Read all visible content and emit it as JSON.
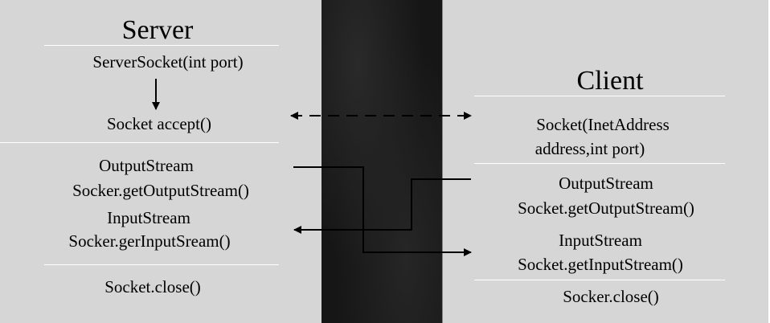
{
  "server": {
    "title": "Server",
    "server_socket": "ServerSocket(int port)",
    "accept": "Socket accept()",
    "output_type": "OutputStream",
    "output_call": "Socker.getOutputStream()",
    "input_type": "InputStream",
    "input_call": "Socker.gerInputSream()",
    "close": "Socket.close()"
  },
  "client": {
    "title": "Client",
    "socket_line1": "Socket(InetAddress",
    "socket_line2": "address,int port)",
    "output_type": "OutputStream",
    "output_call": "Socket.getOutputStream()",
    "input_type": "InputStream",
    "input_call": "Socket.getInputStream()",
    "close": "Socker.close()"
  },
  "colors": {
    "panel": "#d6d6d6",
    "strip": "#161616",
    "separator": "#ffffff",
    "line": "#000000"
  }
}
